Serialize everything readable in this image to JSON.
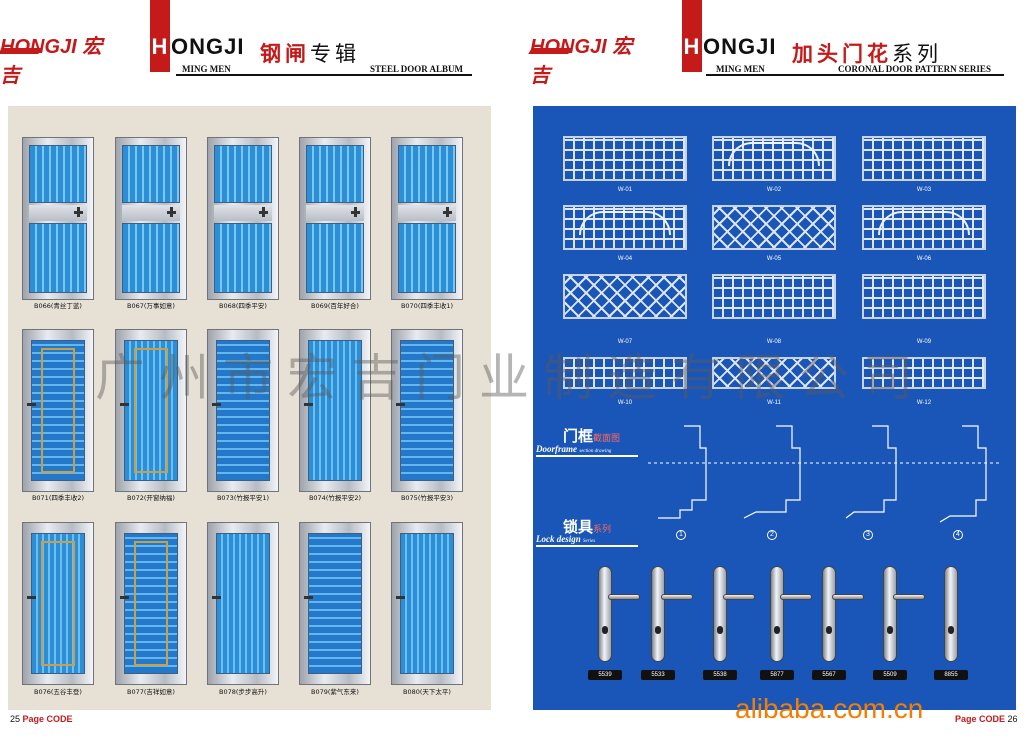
{
  "left_page": {
    "brand": "ONGJI",
    "brand_initial": "H",
    "logo_text": "HONGJI 宏吉",
    "brand_sub": "MING MEN",
    "title_red": "钢闸",
    "title_black": "专辑",
    "title_en": "STEEL DOOR ALBUM",
    "page_number": "25",
    "page_code": "Page CODE",
    "doors": [
      {
        "caption": "B066(青丝丁蓝)"
      },
      {
        "caption": "B067(万事如意)"
      },
      {
        "caption": "B068(四季平安)"
      },
      {
        "caption": "B069(百年好合)"
      },
      {
        "caption": "B070(四季丰收1)"
      },
      {
        "caption": "B071(四季丰收2)"
      },
      {
        "caption": "B072(开窗纳福)"
      },
      {
        "caption": "B073(竹报平安1)"
      },
      {
        "caption": "B074(竹报平安2)"
      },
      {
        "caption": "B075(竹报平安3)"
      },
      {
        "caption": "B076(五谷丰登)"
      },
      {
        "caption": "B077(吉祥如意)"
      },
      {
        "caption": "B078(步步高升)"
      },
      {
        "caption": "B079(紫气东来)"
      },
      {
        "caption": "B080(天下太平)"
      }
    ]
  },
  "right_page": {
    "brand": "ONGJI",
    "brand_initial": "H",
    "logo_text": "HONGJI 宏吉",
    "brand_sub": "MING MEN",
    "title_red": "加头门花",
    "title_black": "系列",
    "title_en": "CORONAL DOOR PATTERN SERIES",
    "page_number": "26",
    "page_code": "Page CODE",
    "patterns": [
      "W-01",
      "W-02",
      "W-03",
      "W-04",
      "W-05",
      "W-06",
      "W-07",
      "W-08",
      "W-09",
      "W-10",
      "W-11",
      "W-12"
    ],
    "doorframe_label": "门框",
    "doorframe_label_small": "截面图",
    "doorframe_en": "Doorframe",
    "doorframe_en_small": "section drawing",
    "lock_label": "锁具",
    "lock_label_small": "系列",
    "lock_en": "Lock design",
    "lock_en_small": "Series",
    "frame_numbers": [
      "1",
      "2",
      "3",
      "4"
    ],
    "locks": [
      "5539",
      "5533",
      "5538",
      "5877",
      "5567",
      "5509",
      "8855"
    ]
  },
  "watermark": "广州市宏吉门业制造有限公司",
  "site": "alibaba.com.cn"
}
